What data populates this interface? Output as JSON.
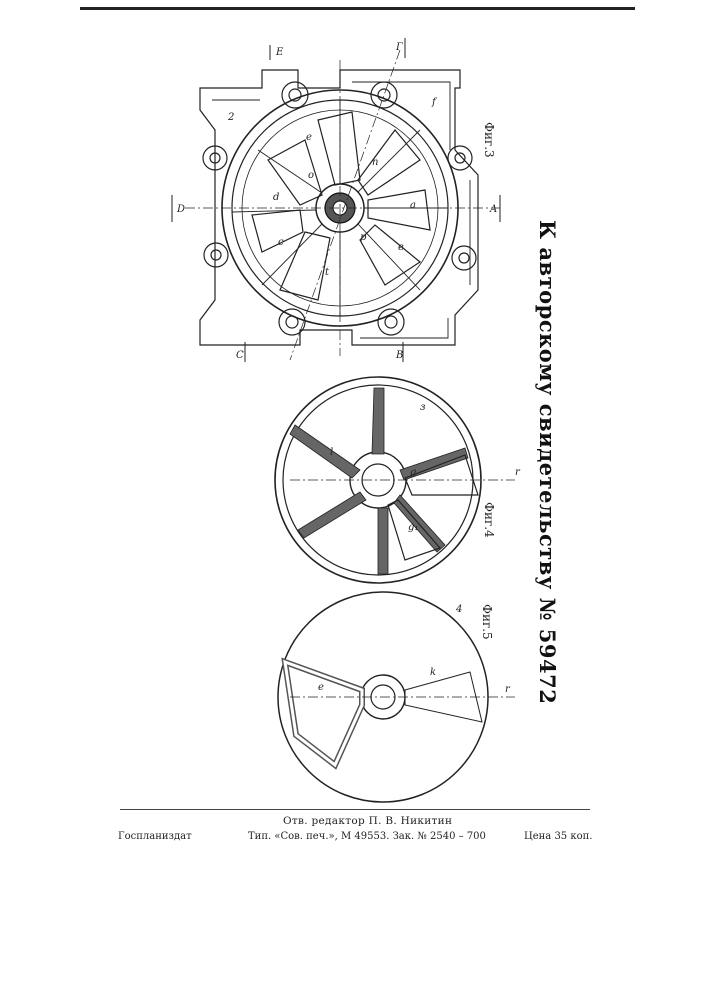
{
  "header": {
    "side_caption": "К авторскому свидетельству № 59472"
  },
  "figures": {
    "fig3_label": "Фиг.3",
    "fig4_label": "Фиг.4",
    "fig5_label": "Фиг.5"
  },
  "footer": {
    "editor": "Отв. редактор П. В. Никитин",
    "publisher": "Госпланиздат",
    "print_info": "Тип. «Сов. печ.», М 49553. Зак. № 2540 – 700",
    "price": "Цена 35 коп."
  }
}
